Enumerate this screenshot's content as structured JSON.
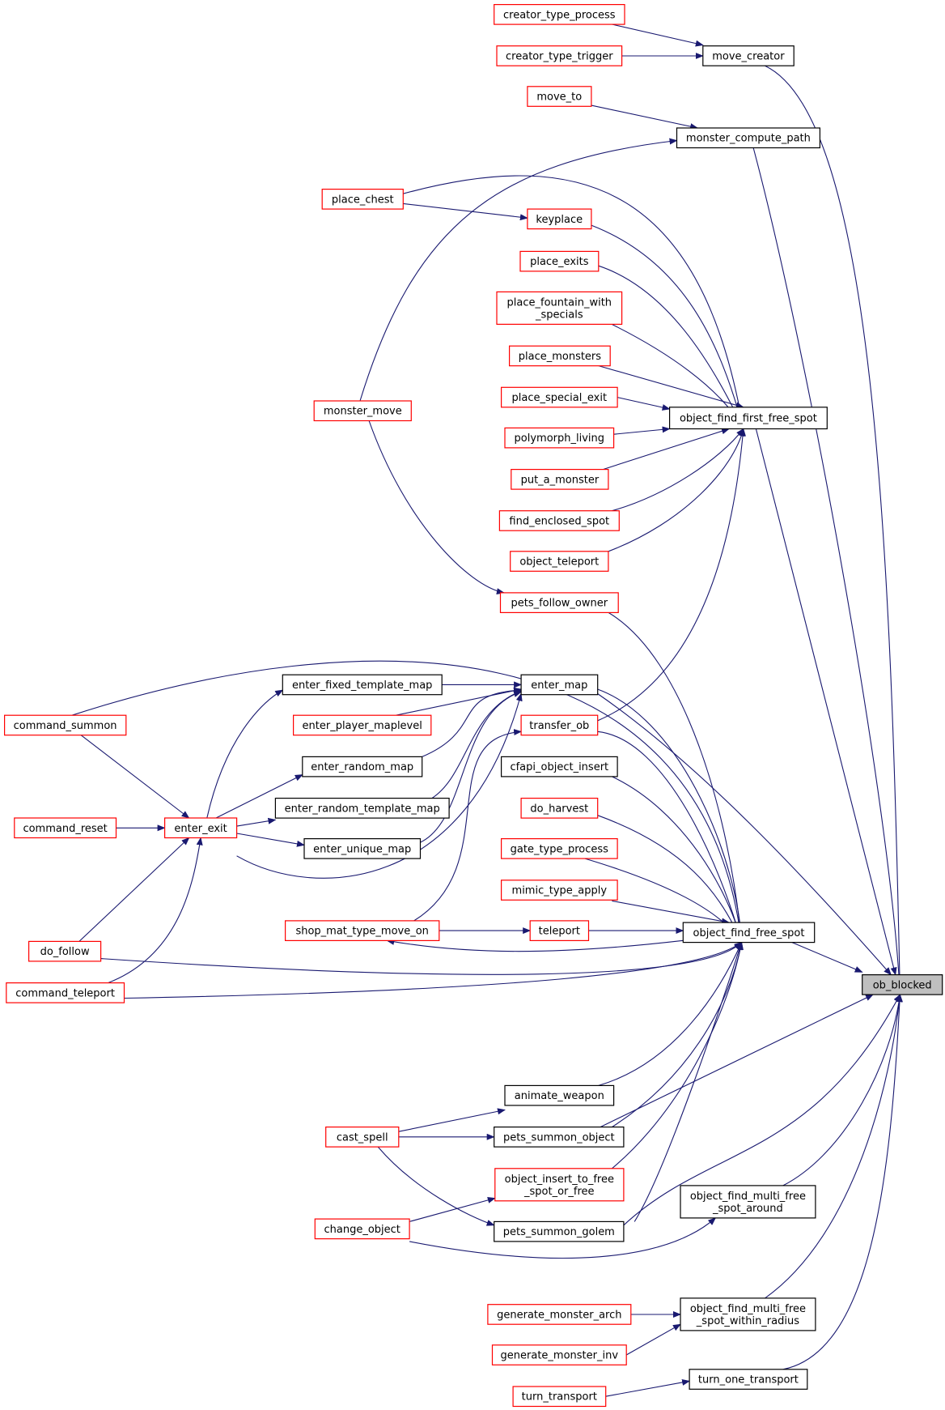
{
  "graph": {
    "title": "",
    "colors": {
      "edge": "#191970",
      "incomplete_border": "#ff0000",
      "complete_border": "#000000",
      "focus_fill": "#bfbfbf"
    },
    "nodes": [
      {
        "id": "ob_blocked",
        "label": "ob_blocked",
        "style": "focus"
      },
      {
        "id": "move_creator",
        "label": "move_creator",
        "style": "black"
      },
      {
        "id": "monster_compute_path",
        "label": "monster_compute_path",
        "style": "black"
      },
      {
        "id": "object_find_first_free_spot",
        "label": "object_find_first_free_spot",
        "style": "black"
      },
      {
        "id": "object_find_free_spot",
        "label": "object_find_free_spot",
        "style": "black"
      },
      {
        "id": "object_find_multi_free_spot_around",
        "label": "object_find_multi_free\n_spot_around",
        "style": "black"
      },
      {
        "id": "object_find_multi_free_spot_within_radius",
        "label": "object_find_multi_free\n_spot_within_radius",
        "style": "black"
      },
      {
        "id": "turn_one_transport",
        "label": "turn_one_transport",
        "style": "black"
      },
      {
        "id": "creator_type_process",
        "label": "creator_type_process",
        "style": "red"
      },
      {
        "id": "creator_type_trigger",
        "label": "creator_type_trigger",
        "style": "red"
      },
      {
        "id": "move_to",
        "label": "move_to",
        "style": "red"
      },
      {
        "id": "place_chest",
        "label": "place_chest",
        "style": "red"
      },
      {
        "id": "keyplace",
        "label": "keyplace",
        "style": "red"
      },
      {
        "id": "place_exits",
        "label": "place_exits",
        "style": "red"
      },
      {
        "id": "place_fountain_with_specials",
        "label": "place_fountain_with\n_specials",
        "style": "red"
      },
      {
        "id": "place_monsters",
        "label": "place_monsters",
        "style": "red"
      },
      {
        "id": "place_special_exit",
        "label": "place_special_exit",
        "style": "red"
      },
      {
        "id": "monster_move",
        "label": "monster_move",
        "style": "red"
      },
      {
        "id": "polymorph_living",
        "label": "polymorph_living",
        "style": "red"
      },
      {
        "id": "put_a_monster",
        "label": "put_a_monster",
        "style": "red"
      },
      {
        "id": "find_enclosed_spot",
        "label": "find_enclosed_spot",
        "style": "red"
      },
      {
        "id": "object_teleport",
        "label": "object_teleport",
        "style": "red"
      },
      {
        "id": "pets_follow_owner",
        "label": "pets_follow_owner",
        "style": "red"
      },
      {
        "id": "enter_fixed_template_map",
        "label": "enter_fixed_template_map",
        "style": "black"
      },
      {
        "id": "enter_map",
        "label": "enter_map",
        "style": "black"
      },
      {
        "id": "command_summon",
        "label": "command_summon",
        "style": "red"
      },
      {
        "id": "enter_player_maplevel",
        "label": "enter_player_maplevel",
        "style": "red"
      },
      {
        "id": "transfer_ob",
        "label": "transfer_ob",
        "style": "red"
      },
      {
        "id": "cfapi_object_insert",
        "label": "cfapi_object_insert",
        "style": "black"
      },
      {
        "id": "enter_random_map",
        "label": "enter_random_map",
        "style": "black"
      },
      {
        "id": "enter_random_template_map",
        "label": "enter_random_template_map",
        "style": "black"
      },
      {
        "id": "do_harvest",
        "label": "do_harvest",
        "style": "red"
      },
      {
        "id": "command_reset",
        "label": "command_reset",
        "style": "red"
      },
      {
        "id": "enter_exit",
        "label": "enter_exit",
        "style": "red"
      },
      {
        "id": "enter_unique_map",
        "label": "enter_unique_map",
        "style": "black"
      },
      {
        "id": "gate_type_process",
        "label": "gate_type_process",
        "style": "red"
      },
      {
        "id": "mimic_type_apply",
        "label": "mimic_type_apply",
        "style": "red"
      },
      {
        "id": "shop_mat_type_move_on",
        "label": "shop_mat_type_move_on",
        "style": "red"
      },
      {
        "id": "teleport",
        "label": "teleport",
        "style": "red"
      },
      {
        "id": "do_follow",
        "label": "do_follow",
        "style": "red"
      },
      {
        "id": "command_teleport",
        "label": "command_teleport",
        "style": "red"
      },
      {
        "id": "animate_weapon",
        "label": "animate_weapon",
        "style": "black"
      },
      {
        "id": "cast_spell",
        "label": "cast_spell",
        "style": "red"
      },
      {
        "id": "pets_summon_object",
        "label": "pets_summon_object",
        "style": "black"
      },
      {
        "id": "object_insert_to_free_spot_or_free",
        "label": "object_insert_to_free\n_spot_or_free",
        "style": "red"
      },
      {
        "id": "change_object",
        "label": "change_object",
        "style": "red"
      },
      {
        "id": "pets_summon_golem",
        "label": "pets_summon_golem",
        "style": "black"
      },
      {
        "id": "generate_monster_arch",
        "label": "generate_monster_arch",
        "style": "red"
      },
      {
        "id": "generate_monster_inv",
        "label": "generate_monster_inv",
        "style": "red"
      },
      {
        "id": "turn_transport",
        "label": "turn_transport",
        "style": "red"
      }
    ],
    "edges": [
      {
        "from": "creator_type_process",
        "to": "move_creator"
      },
      {
        "from": "creator_type_trigger",
        "to": "move_creator"
      },
      {
        "from": "move_creator",
        "to": "ob_blocked"
      },
      {
        "from": "move_to",
        "to": "monster_compute_path"
      },
      {
        "from": "monster_move",
        "to": "monster_compute_path"
      },
      {
        "from": "monster_compute_path",
        "to": "ob_blocked"
      },
      {
        "from": "place_chest",
        "to": "keyplace"
      },
      {
        "from": "place_chest",
        "to": "object_find_first_free_spot"
      },
      {
        "from": "keyplace",
        "to": "object_find_first_free_spot"
      },
      {
        "from": "place_exits",
        "to": "object_find_first_free_spot"
      },
      {
        "from": "place_fountain_with_specials",
        "to": "object_find_first_free_spot"
      },
      {
        "from": "place_monsters",
        "to": "object_find_first_free_spot"
      },
      {
        "from": "place_special_exit",
        "to": "object_find_first_free_spot"
      },
      {
        "from": "polymorph_living",
        "to": "object_find_first_free_spot"
      },
      {
        "from": "put_a_monster",
        "to": "object_find_first_free_spot"
      },
      {
        "from": "find_enclosed_spot",
        "to": "object_find_first_free_spot"
      },
      {
        "from": "object_teleport",
        "to": "object_find_first_free_spot"
      },
      {
        "from": "transfer_ob",
        "to": "object_find_first_free_spot"
      },
      {
        "from": "object_find_first_free_spot",
        "to": "ob_blocked"
      },
      {
        "from": "monster_move",
        "to": "pets_follow_owner"
      },
      {
        "from": "pets_follow_owner",
        "to": "object_find_free_spot"
      },
      {
        "from": "enter_fixed_template_map",
        "to": "enter_map"
      },
      {
        "from": "enter_player_maplevel",
        "to": "enter_map"
      },
      {
        "from": "enter_random_map",
        "to": "enter_map"
      },
      {
        "from": "enter_random_template_map",
        "to": "enter_map"
      },
      {
        "from": "enter_unique_map",
        "to": "enter_map"
      },
      {
        "from": "enter_exit",
        "to": "enter_map"
      },
      {
        "from": "enter_map",
        "to": "object_find_free_spot"
      },
      {
        "from": "enter_map",
        "to": "ob_blocked"
      },
      {
        "from": "command_summon",
        "to": "object_find_free_spot"
      },
      {
        "from": "command_summon",
        "to": "enter_exit"
      },
      {
        "from": "transfer_ob",
        "to": "object_find_free_spot"
      },
      {
        "from": "shop_mat_type_move_on",
        "to": "transfer_ob"
      },
      {
        "from": "cfapi_object_insert",
        "to": "object_find_free_spot"
      },
      {
        "from": "enter_exit",
        "to": "enter_fixed_template_map"
      },
      {
        "from": "enter_exit",
        "to": "enter_random_map"
      },
      {
        "from": "enter_exit",
        "to": "enter_random_template_map"
      },
      {
        "from": "enter_exit",
        "to": "enter_unique_map"
      },
      {
        "from": "command_reset",
        "to": "enter_exit"
      },
      {
        "from": "do_follow",
        "to": "enter_exit"
      },
      {
        "from": "command_teleport",
        "to": "enter_exit"
      },
      {
        "from": "do_harvest",
        "to": "object_find_free_spot"
      },
      {
        "from": "gate_type_process",
        "to": "object_find_free_spot"
      },
      {
        "from": "mimic_type_apply",
        "to": "object_find_free_spot"
      },
      {
        "from": "shop_mat_type_move_on",
        "to": "teleport"
      },
      {
        "from": "teleport",
        "to": "object_find_free_spot"
      },
      {
        "from": "object_find_free_spot",
        "to": "shop_mat_type_move_on"
      },
      {
        "from": "do_follow",
        "to": "object_find_free_spot"
      },
      {
        "from": "command_teleport",
        "to": "object_find_free_spot"
      },
      {
        "from": "object_find_free_spot",
        "to": "ob_blocked"
      },
      {
        "from": "animate_weapon",
        "to": "object_find_free_spot"
      },
      {
        "from": "cast_spell",
        "to": "animate_weapon"
      },
      {
        "from": "cast_spell",
        "to": "pets_summon_object"
      },
      {
        "from": "cast_spell",
        "to": "pets_summon_golem"
      },
      {
        "from": "pets_summon_object",
        "to": "object_find_free_spot"
      },
      {
        "from": "pets_summon_object",
        "to": "ob_blocked"
      },
      {
        "from": "object_insert_to_free_spot_or_free",
        "to": "object_find_free_spot"
      },
      {
        "from": "change_object",
        "to": "object_insert_to_free_spot_or_free"
      },
      {
        "from": "change_object",
        "to": "object_find_multi_free_spot_around"
      },
      {
        "from": "pets_summon_golem",
        "to": "object_find_free_spot"
      },
      {
        "from": "pets_summon_golem",
        "to": "ob_blocked"
      },
      {
        "from": "object_find_multi_free_spot_around",
        "to": "ob_blocked"
      },
      {
        "from": "generate_monster_arch",
        "to": "object_find_multi_free_spot_within_radius"
      },
      {
        "from": "generate_monster_inv",
        "to": "object_find_multi_free_spot_within_radius"
      },
      {
        "from": "object_find_multi_free_spot_within_radius",
        "to": "ob_blocked"
      },
      {
        "from": "turn_transport",
        "to": "turn_one_transport"
      },
      {
        "from": "turn_one_transport",
        "to": "ob_blocked"
      }
    ]
  }
}
